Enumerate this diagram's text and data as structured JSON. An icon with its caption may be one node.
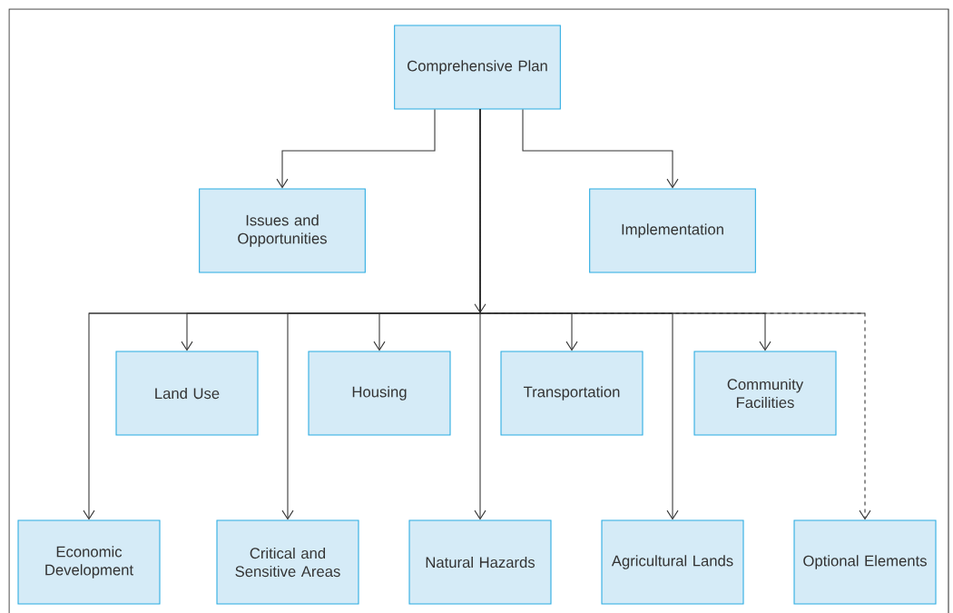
{
  "diagram": {
    "nodes": [
      {
        "text": [
          "Comprehensive Plan"
        ]
      },
      {
        "text": [
          "Issues and Opportunities"
        ]
      },
      {
        "text": [
          "Implementation"
        ]
      },
      {
        "text": [
          "Land Use"
        ]
      },
      {
        "text": [
          "Housing"
        ]
      },
      {
        "text": [
          "Transportation"
        ]
      },
      {
        "text": [
          "Community Facilities"
        ]
      },
      {
        "text": [
          "Economic Development"
        ]
      },
      {
        "text": [
          "Critical and Sensitive Areas"
        ]
      },
      {
        "text": [
          "Natural Hazards"
        ]
      },
      {
        "text": [
          "Agricultural Lands"
        ]
      },
      {
        "text": [
          "Optional Elements"
        ]
      }
    ],
    "edges": [
      {
        "from": 0,
        "to": 1,
        "arrow": "to"
      },
      {
        "from": 0,
        "to": 2,
        "arrow": "to"
      },
      {
        "from": 0,
        "to": 3,
        "arrow": "to"
      },
      {
        "from": 0,
        "to": 4,
        "arrow": "to"
      },
      {
        "from": 0,
        "to": 5,
        "arrow": "to"
      },
      {
        "from": 0,
        "to": 6,
        "arrow": "to"
      },
      {
        "from": 0,
        "to": 7,
        "arrow": "to"
      },
      {
        "from": 0,
        "to": 8,
        "arrow": "to"
      },
      {
        "from": 0,
        "to": 9,
        "arrow": "to"
      },
      {
        "from": 0,
        "to": 10,
        "arrow": "to"
      },
      {
        "from": 0,
        "to": 11,
        "arrow": "to",
        "style": "dashed"
      }
    ]
  }
}
